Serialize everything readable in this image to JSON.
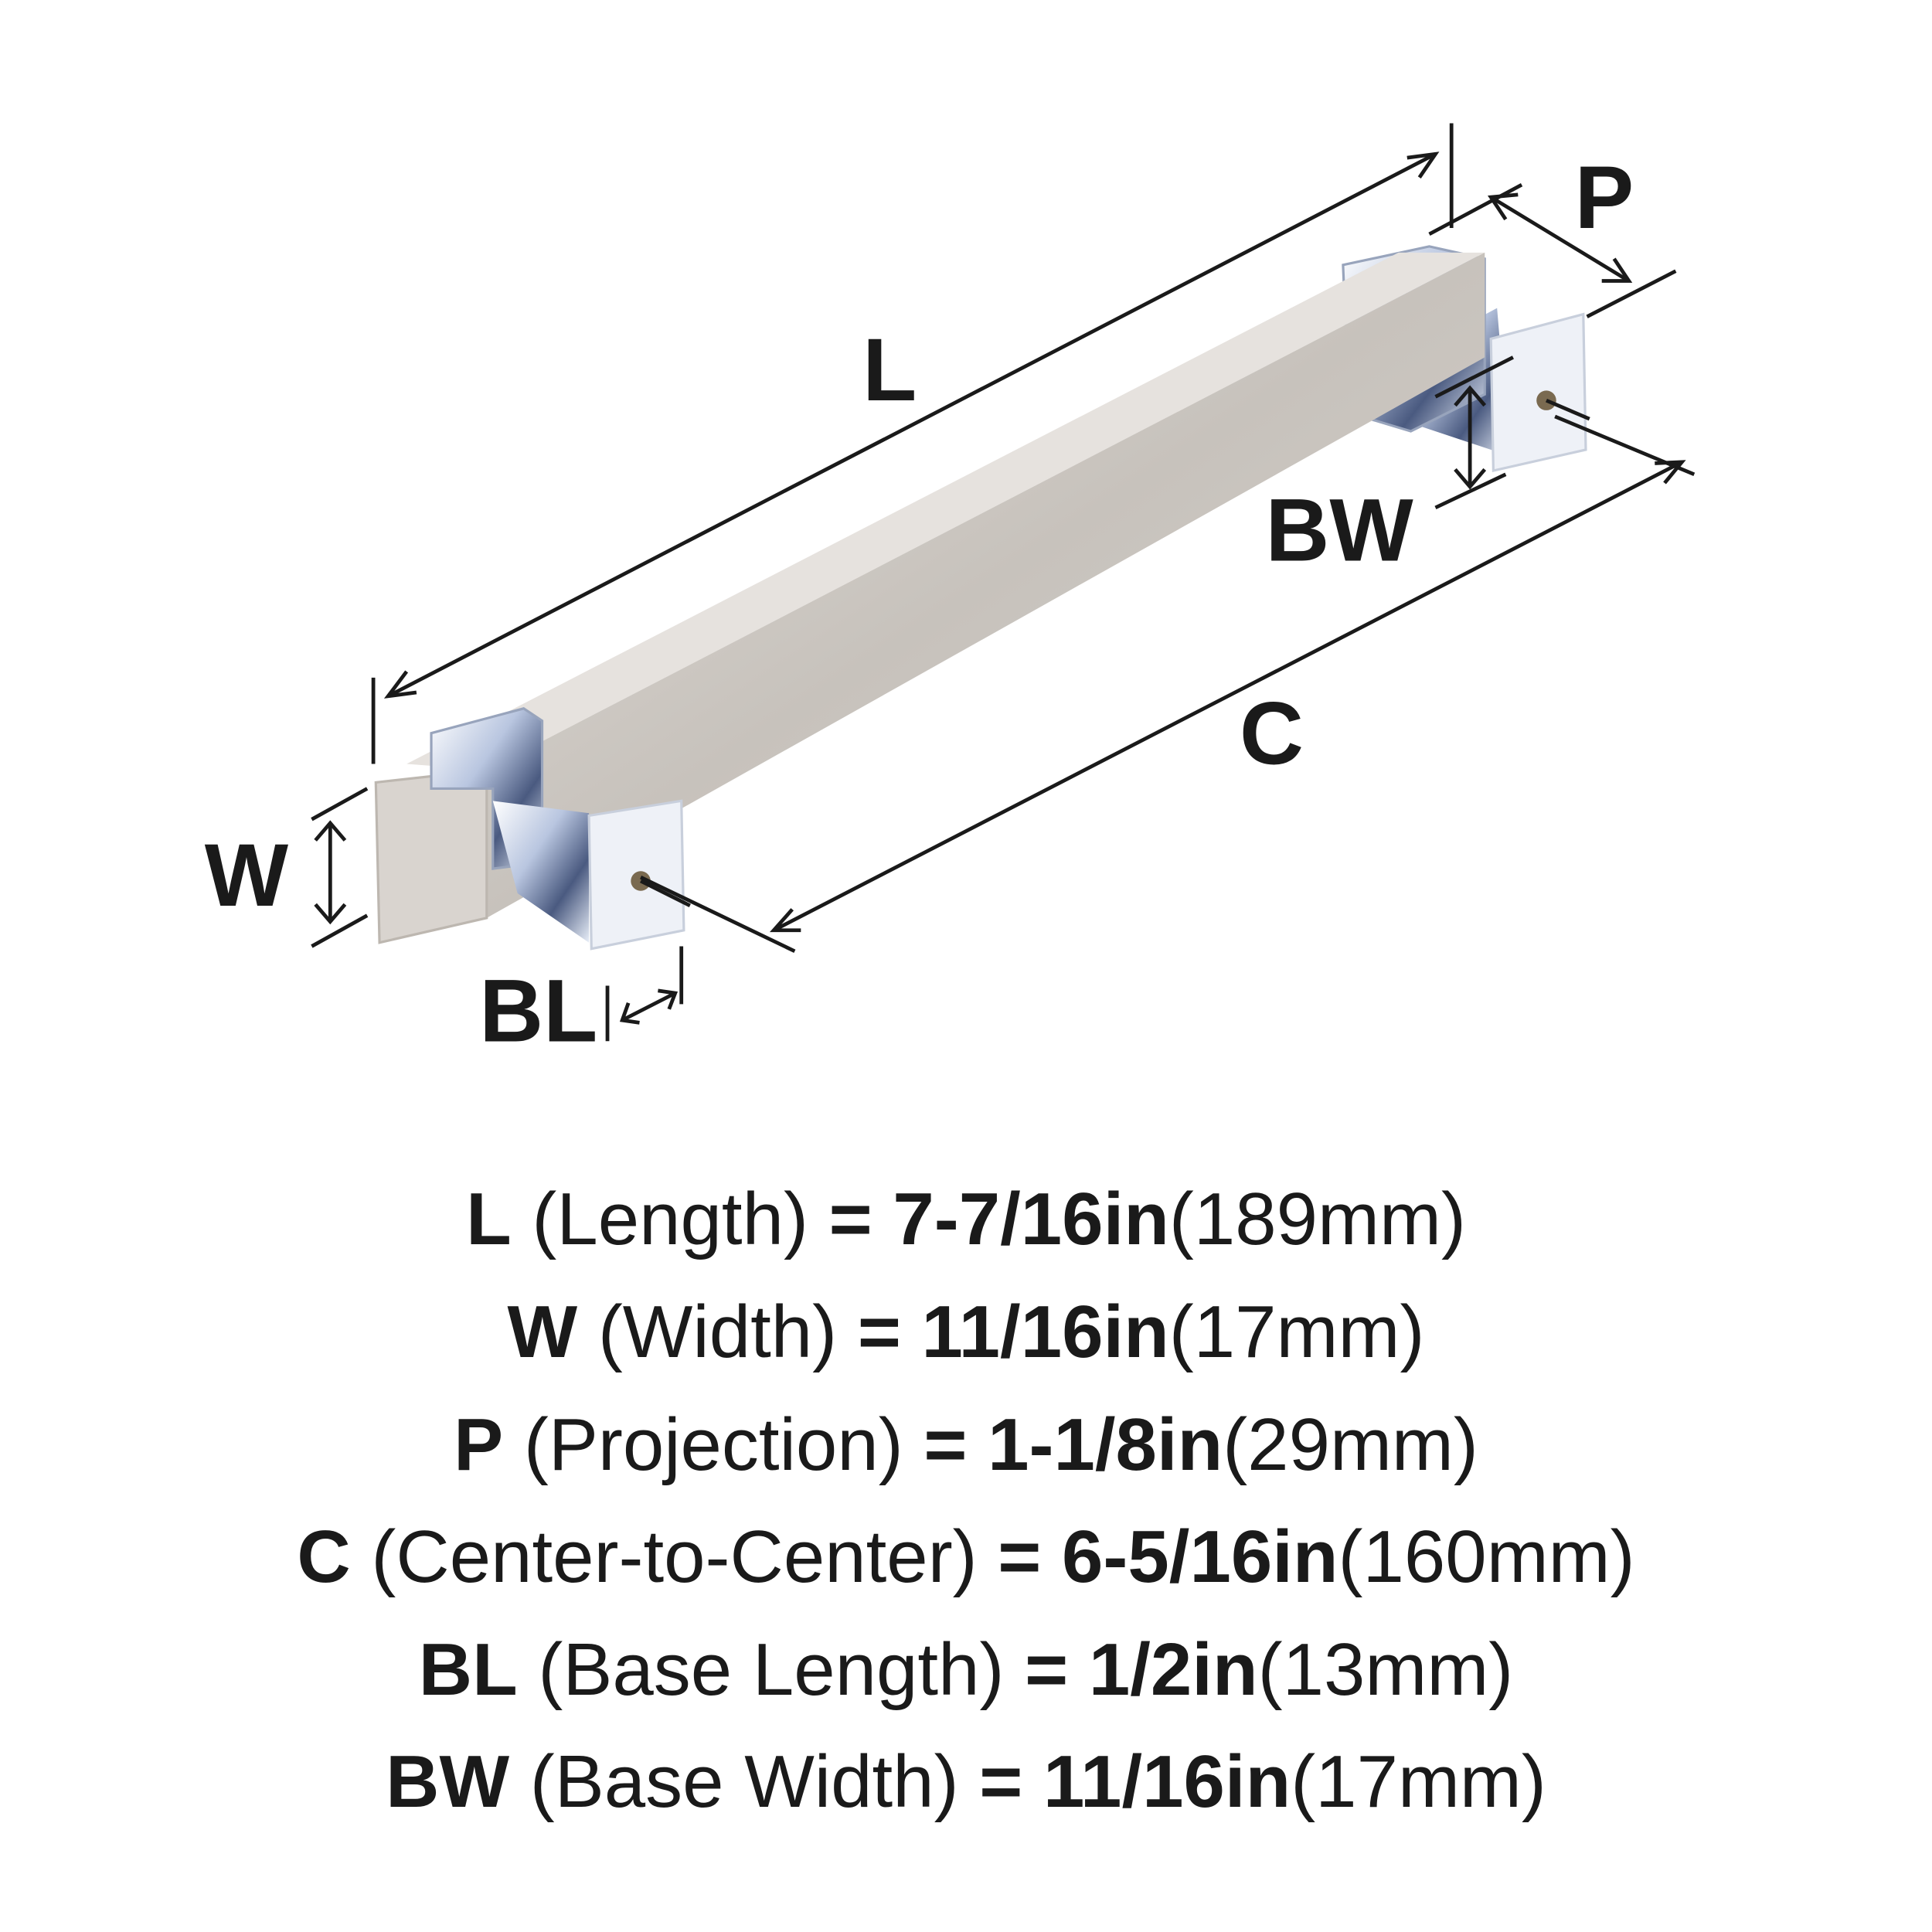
{
  "diagram_labels": {
    "L": "L",
    "P": "P",
    "BW": "BW",
    "C": "C",
    "W": "W",
    "BL": "BL"
  },
  "specs": [
    {
      "code": "L",
      "name": "(Length)",
      "eq": "=",
      "imperial": "7-7/16in",
      "metric": "(189mm)"
    },
    {
      "code": "W",
      "name": "(Width)",
      "eq": "=",
      "imperial": "11/16in",
      "metric": "(17mm)"
    },
    {
      "code": "P",
      "name": "(Projection)",
      "eq": "=",
      "imperial": "1-1/8in",
      "metric": "(29mm)"
    },
    {
      "code": "C",
      "name": "(Center-to-Center)",
      "eq": "=",
      "imperial": "6-5/16in",
      "metric": "(160mm)"
    },
    {
      "code": "BL",
      "name": "(Base Length)",
      "eq": "=",
      "imperial": "1/2in",
      "metric": "(13mm)"
    },
    {
      "code": "BW",
      "name": "(Base Width)",
      "eq": "=",
      "imperial": "11/16in",
      "metric": "(17mm)"
    }
  ],
  "colors": {
    "bar": "#cfcac4",
    "chrome": "#dfe6f2",
    "line": "#1a1a1a"
  }
}
